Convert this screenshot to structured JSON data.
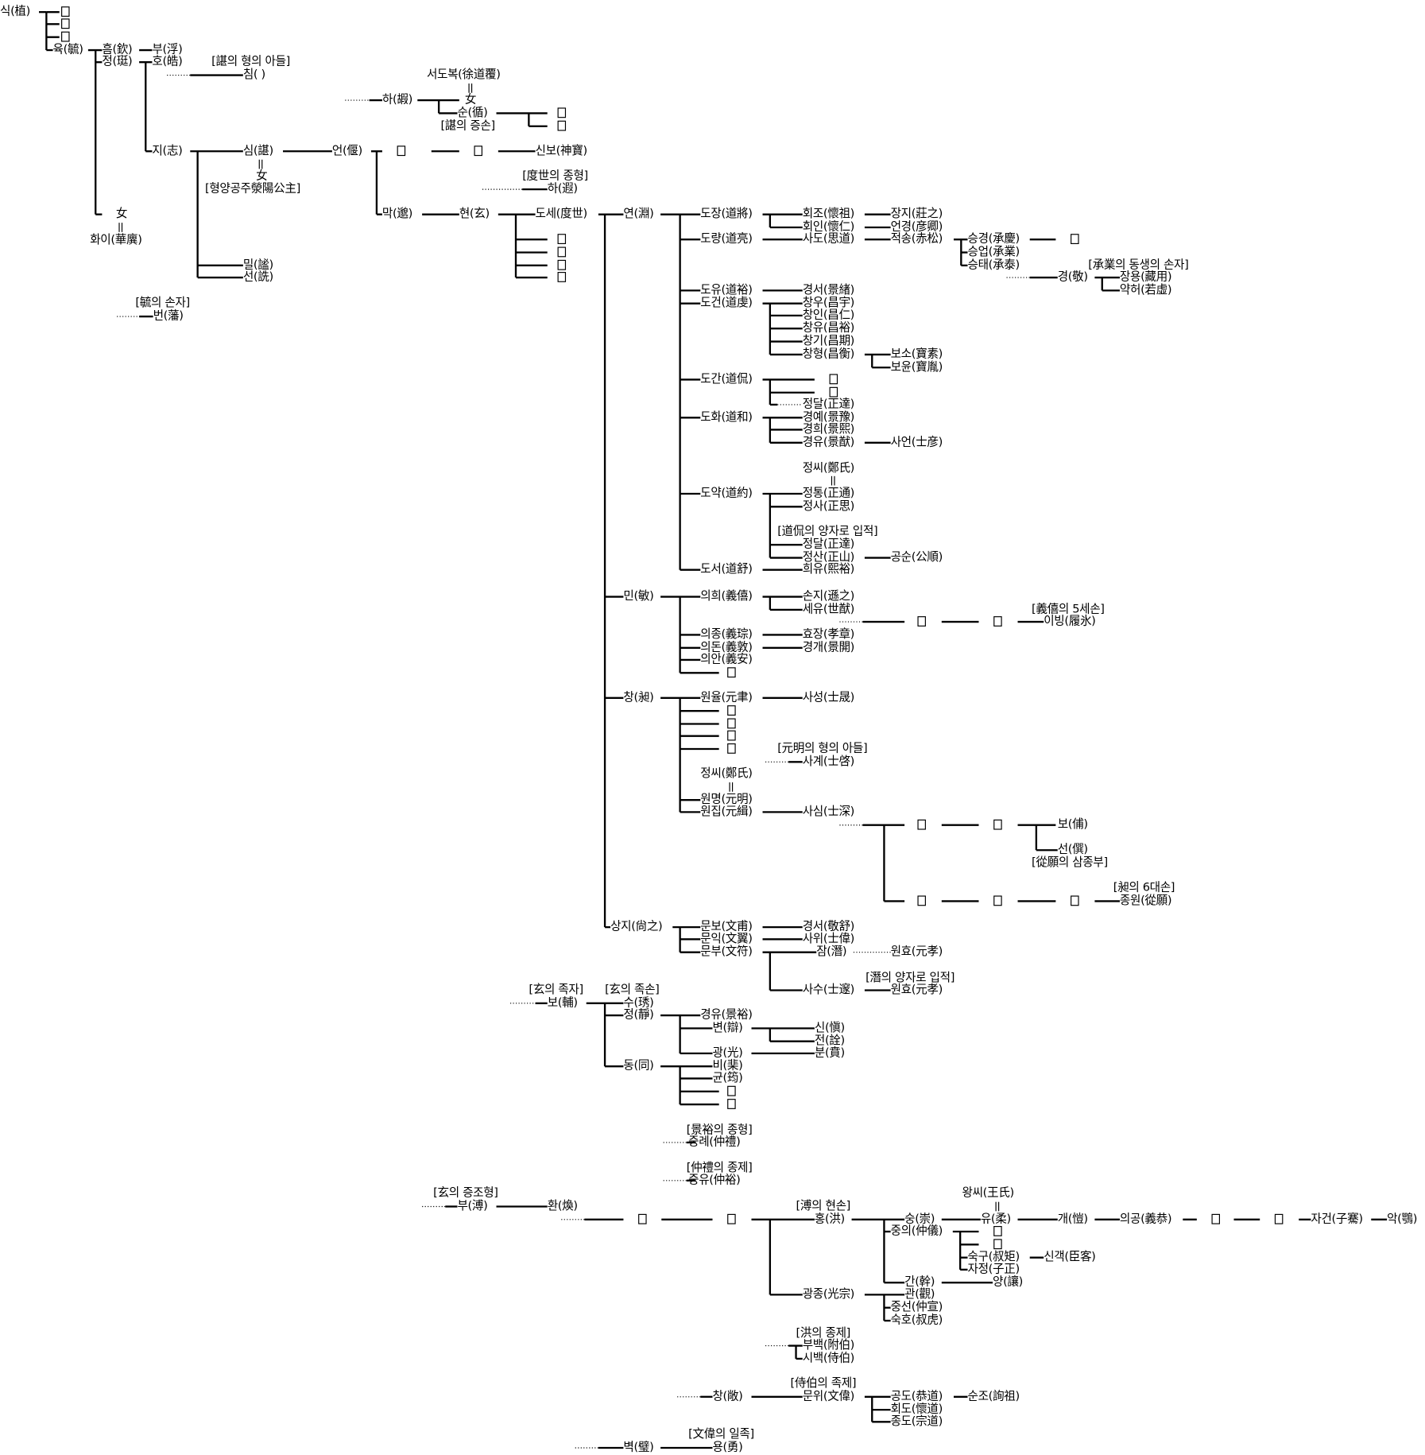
{
  "title": "가계도",
  "nodes": {
    "p0": "식(植)",
    "p1": "육(毓)",
    "p2": "흠(欽)",
    "p3": "부(浮)",
    "p4": "정(珽)",
    "p5": "호(皓)",
    "p6": "[諶의 형의 아들]",
    "p7": "침(  )",
    "p8": "女",
    "p9": "화이(華廙)",
    "p10": "서도복(徐道覆)",
    "p11": "女",
    "p12": "하(嘏)",
    "p13": "순(循)",
    "p14": "[諶의 증손]",
    "p15": "지(志)",
    "p16": "심(諶)",
    "p17": "女",
    "p18": "[형양공주滎陽公主]",
    "p19": "언(偃)",
    "p20": "신보(神寶)",
    "p21": "밀(謐)",
    "p22": "선(詵)",
    "p23": "[度世의 종형]",
    "p24": "하(遐)",
    "p25": "막(邈)",
    "p26": "현(玄)",
    "p27": "도세(度世)",
    "p28": "[毓의 손자]",
    "p29": "번(藩)",
    "p30": "연(淵)",
    "p31": "도장(道將)",
    "p32": "도량(道亮)",
    "p33": "도유(道裕)",
    "p34": "도건(道虔)",
    "p35": "도간(道侃)",
    "p36": "도화(道和)",
    "p37": "도약(道約)",
    "p38": "도서(道舒)",
    "p39": "회조(懷祖)",
    "p40": "회인(懷仁)",
    "p41": "사도(思道)",
    "p42": "경서(景緖)",
    "p43": "창우(昌宇)",
    "p44": "창인(昌仁)",
    "p45": "창유(昌裕)",
    "p46": "창기(昌期)",
    "p47": "창형(昌衡)",
    "p48": "정달(正達)",
    "p49": "경예(景豫)",
    "p50": "경희(景熙)",
    "p51": "경유(景猷)",
    "p52": "정씨(鄭氏)",
    "p53": "정통(正通)",
    "p54": "정사(正思)",
    "p55": "[道侃의 양자로 입적]",
    "p56": "정달(正達)",
    "p57": "정산(正山)",
    "p58": "희유(熙裕)",
    "p59": "장지(莊之)",
    "p60": "언경(彦卿)",
    "p61": "적송(赤松)",
    "p62": "보소(寶素)",
    "p63": "보윤(寶胤)",
    "p64": "사언(士彦)",
    "p65": "공순(公順)",
    "p66": "승경(承慶)",
    "p67": "승업(承業)",
    "p68": "승태(承泰)",
    "p69": "[承業의 동생의 손자]",
    "p70": "경(敬)",
    "p71": "장용(藏用)",
    "p72": "약허(若虛)",
    "p73": "민(敏)",
    "p74": "의희(義僖)",
    "p75": "손지(遜之)",
    "p76": "세유(世猷)",
    "p77": "[義僖의 5세손]",
    "p78": "이빙(履氷)",
    "p79": "의종(義琮)",
    "p80": "의돈(義敦)",
    "p81": "의안(義安)",
    "p82": "효장(孝章)",
    "p83": "경개(景開)",
    "p84": "창(昶)",
    "p85": "원율(元聿)",
    "p86": "사성(士晟)",
    "p87": "[元明의 형의 아들]",
    "p88": "사계(士啓)",
    "p89": "정씨(鄭氏)",
    "p90": "원명(元明)",
    "p91": "원집(元緝)",
    "p92": "사심(士深)",
    "p93": "보(俌)",
    "p94": "선(僎)",
    "p95": "[從願의 삼종부]",
    "p96": "[昶의 6대손]",
    "p97": "종원(從願)",
    "p98": "상지(尙之)",
    "p99": "문보(文甫)",
    "p100": "문익(文翼)",
    "p101": "문부(文符)",
    "p102": "경서(敬舒)",
    "p103": "사위(士偉)",
    "p104": "잠(潛)",
    "p105": "원효(元孝)",
    "p106": "사수(士邃)",
    "p107": "[潛의 양자로 입적]",
    "p108": "원효(元孝)",
    "p109": "[玄의 족자]",
    "p110": "[玄의 족손]",
    "p111": "보(輔)",
    "p112": "수(琇)",
    "p113": "정(靜)",
    "p114": "동(同)",
    "p115": "경유(景裕)",
    "p116": "변(辯)",
    "p117": "광(光)",
    "p118": "비(棐)",
    "p119": "균(筠)",
    "p120": "신(愼)",
    "p121": "전(詮)",
    "p122": "분(賁)",
    "p123": "[景裕의 종형]",
    "p124": "중례(仲禮)",
    "p125": "[仲禮의 종제]",
    "p126": "중유(仲裕)",
    "p127": "[玄의 증조형]",
    "p128": "부(溥)",
    "p129": "환(煥)",
    "p130": "[溥의 현손]",
    "p131": "홍(洪)",
    "p132": "광종(光宗)",
    "p133": "숭(崇)",
    "p134": "중의(仲儀)",
    "p135": "간(幹)",
    "p136": "관(觀)",
    "p137": "중선(仲宣)",
    "p138": "숙호(叔虎)",
    "p139": "왕씨(王氏)",
    "p140": "유(柔)",
    "p141": "개(愷)",
    "p142": "의공(義恭)",
    "p143": "자건(子騫)",
    "p144": "악(鶚)",
    "p145": "숙구(叔矩)",
    "p146": "신객(臣客)",
    "p147": "자정(子正)",
    "p148": "양(讓)",
    "p149": "[洪의 종제]",
    "p150": "부백(附伯)",
    "p151": "시백(侍伯)",
    "p152": "[侍伯의 족제]",
    "p153": "창(敞)",
    "p154": "문위(文偉)",
    "p155": "공도(恭道)",
    "p156": "순조(詢祖)",
    "p157": "회도(懷道)",
    "p158": "종도(宗道)",
    "p159": "[文偉의 일족]",
    "p160": "벽(璧)",
    "p161": "용(勇)"
  }
}
